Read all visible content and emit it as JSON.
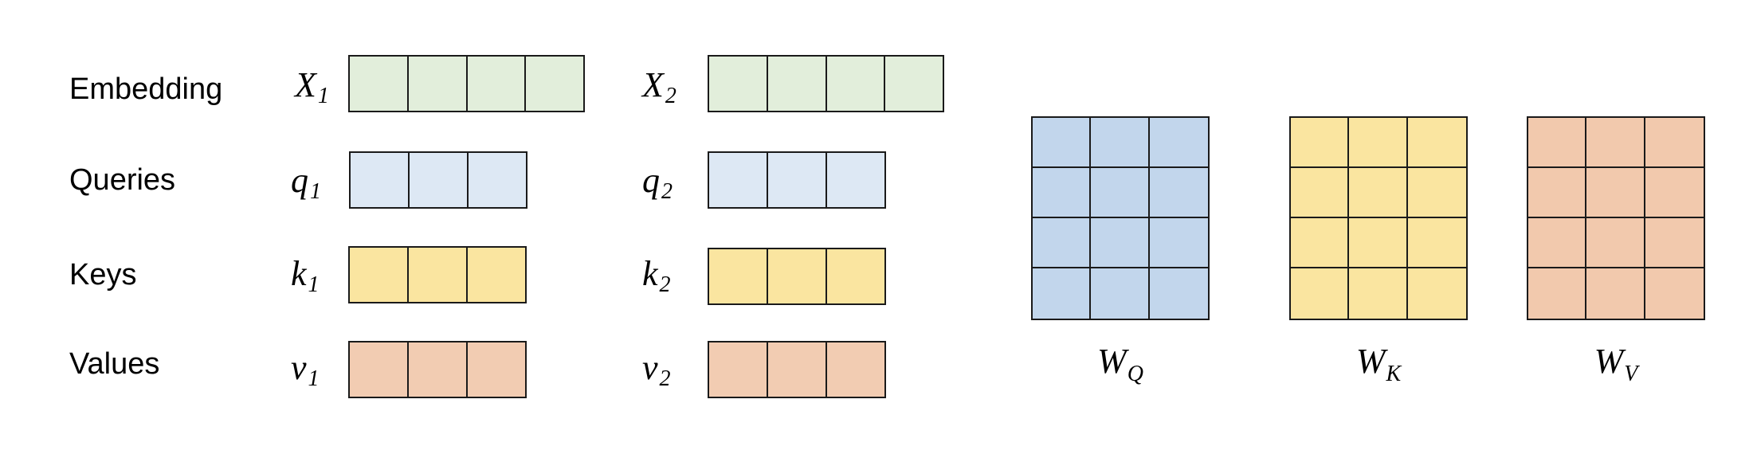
{
  "rows": {
    "embedding": "Embedding",
    "queries": "Queries",
    "keys": "Keys",
    "values": "Values"
  },
  "symbols": {
    "x1": {
      "base": "X",
      "sub": "1"
    },
    "x2": {
      "base": "X",
      "sub": "2"
    },
    "q1": {
      "base": "q",
      "sub": "1"
    },
    "q2": {
      "base": "q",
      "sub": "2"
    },
    "k1": {
      "base": "k",
      "sub": "1"
    },
    "k2": {
      "base": "k",
      "sub": "2"
    },
    "v1": {
      "base": "v",
      "sub": "1"
    },
    "v2": {
      "base": "v",
      "sub": "2"
    }
  },
  "matrices": {
    "wq": {
      "base": "W",
      "sub": "Q"
    },
    "wk": {
      "base": "W",
      "sub": "K"
    },
    "wv": {
      "base": "W",
      "sub": "V"
    }
  },
  "colors": {
    "embedding": "#e2eedb",
    "query": "#dde8f4",
    "key": "#fae5a0",
    "value": "#f2ccb2",
    "wq": "#c2d6ec",
    "wk": "#fae5a0",
    "wv": "#f2c9ad",
    "border": "#1a1a1a"
  }
}
